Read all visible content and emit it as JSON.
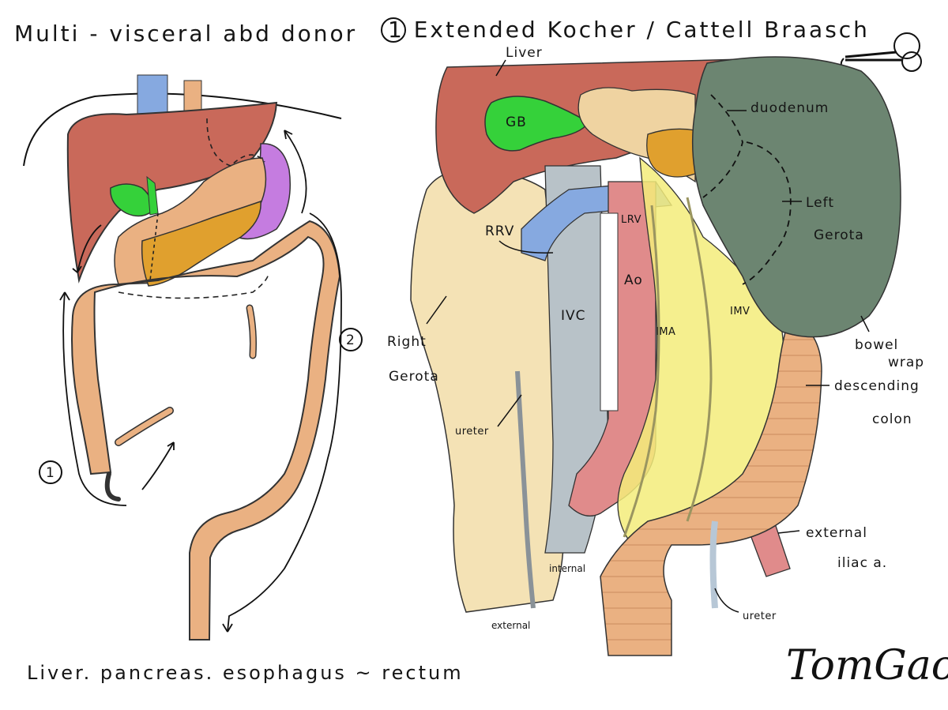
{
  "left_panel": {
    "title": "Multi - visceral abd donor",
    "caption": "Liver. pancreas. esophagus ~ rectum",
    "step_1": "1",
    "step_2": "2"
  },
  "right_panel": {
    "title": "1  Extended Kocher / Cattell Braasch",
    "labels": {
      "liver": "Liver",
      "gb": "GB",
      "duodenum": "duodenum",
      "left_gerota_1": "Left",
      "left_gerota_2": "Gerota",
      "rrv": "RRV",
      "lrv": "LRV",
      "ao": "Ao",
      "ivc": "IVC",
      "ima": "IMA",
      "imv": "IMV",
      "right_gerota_1": "Right",
      "right_gerota_2": "Gerota",
      "bowel_wrap_1": "bowel",
      "bowel_wrap_2": "wrap",
      "descending_colon_1": "descending",
      "descending_colon_2": "colon",
      "ureter_right": "ureter",
      "ureter_left": "ureter",
      "internal": "internal",
      "external": "external",
      "external_iliac_1": "external",
      "external_iliac_2": "iliac a."
    }
  },
  "signature": "TomGao",
  "colors": {
    "liver": "#c9695a",
    "gallbladder": "#35d13a",
    "bowel": "#eab182",
    "pancreas": "#e0a02e",
    "spleen": "#c57ce0",
    "ivc_vein": "#86a9e0",
    "aorta": "#e08b8b",
    "gerota": "#f4e2b5",
    "mesentery": "#f3ec7a",
    "bowel_wrap": "#6c8571",
    "ureter": "#b7c7d6"
  }
}
